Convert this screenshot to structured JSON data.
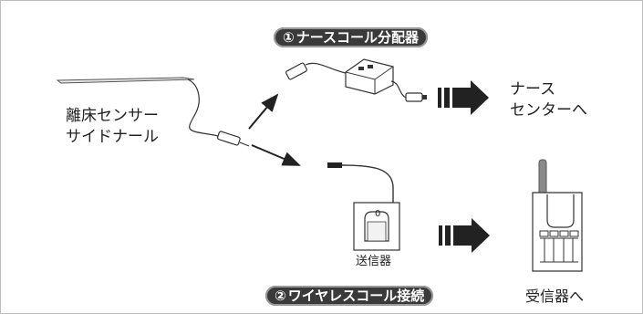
{
  "colors": {
    "ink": "#222222",
    "pill_bg": "#3a3a3a",
    "pill_text": "#ffffff",
    "device_gray": "#8a8a8a"
  },
  "distributor": {
    "number": "①",
    "label": "ナースコール分配器"
  },
  "wireless": {
    "number": "②",
    "label": "ワイヤレスコール接続"
  },
  "sensor": {
    "line1": "離床センサー",
    "line2": "サイドナール"
  },
  "nurse_center": {
    "line1": "ナース",
    "line2": "センターへ"
  },
  "transmitter": {
    "label": "送信器",
    "mark": "0"
  },
  "receiver": {
    "label": "受信器へ"
  },
  "icons": [
    "arrow-right-icon",
    "plug-icon",
    "receiver-device-icon",
    "transmitter-device-icon"
  ]
}
